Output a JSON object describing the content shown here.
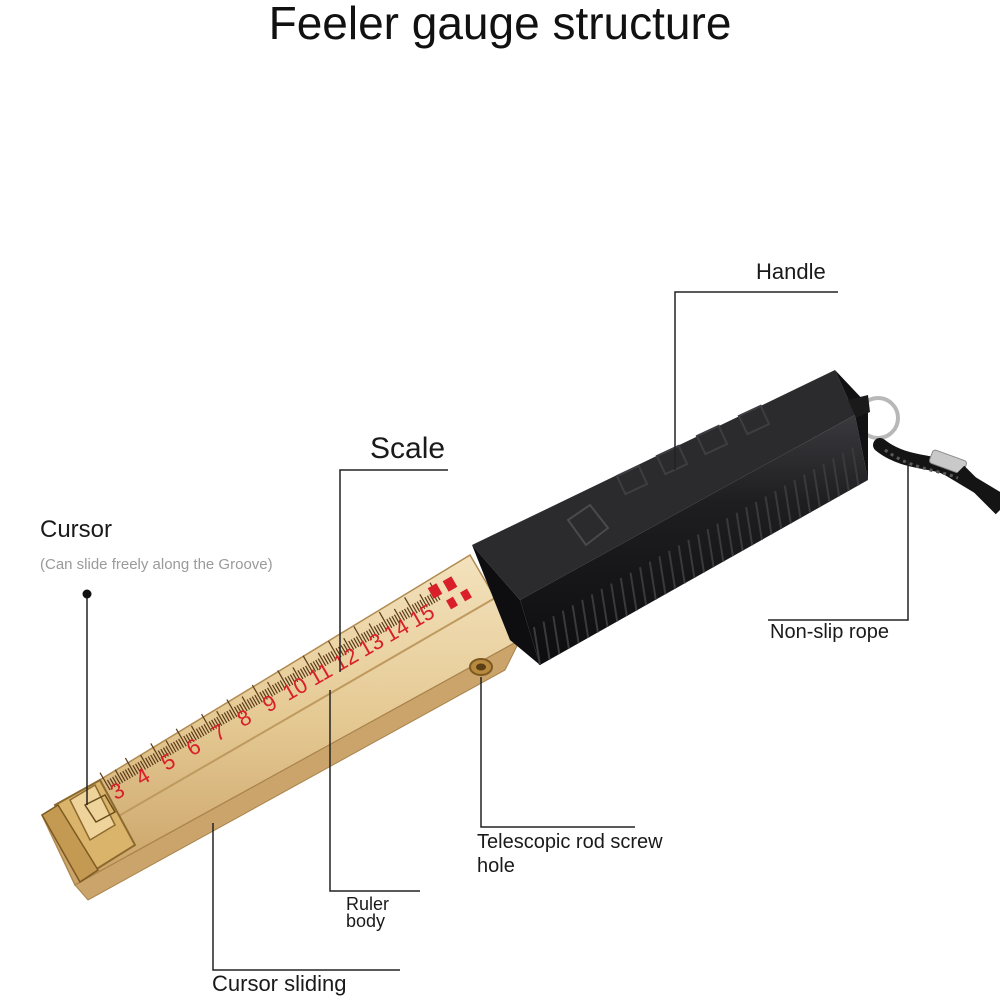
{
  "title": "Feeler gauge structure",
  "labels": {
    "handle": "Handle",
    "scale": "Scale",
    "cursor": "Cursor",
    "cursor_note": "(Can slide freely along the Groove)",
    "non_slip_rope": "Non-slip rope",
    "screw_hole": "Telescopic rod screw hole",
    "ruler_body": "Ruler body",
    "cursor_groove": "Cursor sliding groove"
  },
  "ruler": {
    "numbers": [
      "3",
      "4",
      "5",
      "6",
      "7",
      "8",
      "9",
      "10",
      "11",
      "12",
      "13",
      "14",
      "15"
    ],
    "number_color": "#d9202a"
  },
  "colors": {
    "brass": "#e3c48c",
    "handle": "#1c1c1e",
    "leader_line": "#222222"
  }
}
